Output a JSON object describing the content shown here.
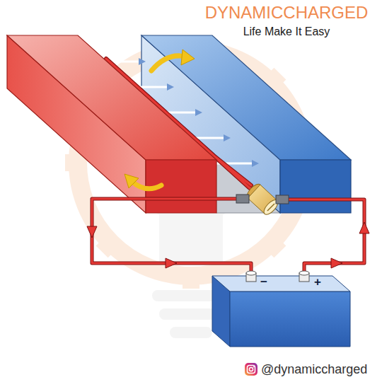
{
  "diagram": {
    "labels": [
      "DYNAMICCHARGED",
      "Life Make It Easy",
      "−",
      "+",
      "@dynamiccharged"
    ]
  }
}
